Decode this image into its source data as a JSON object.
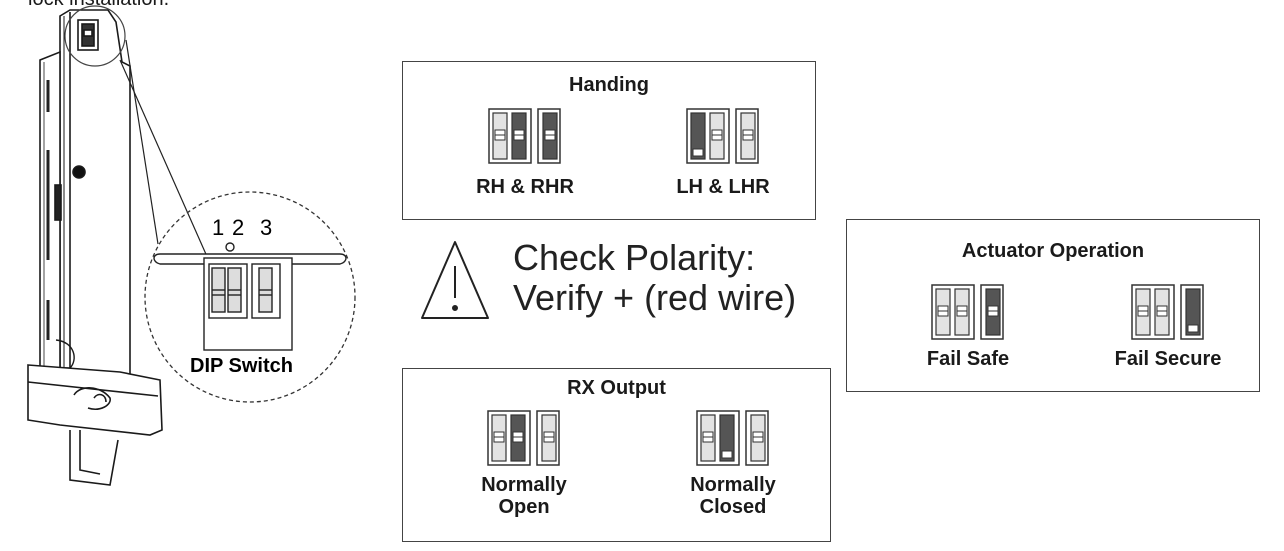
{
  "caption": "lock installation.",
  "dip_switch": {
    "numbers": [
      "1",
      "2",
      "3"
    ],
    "label": "DIP Switch"
  },
  "handing": {
    "title": "Handing",
    "options": [
      {
        "label": "RH & RHR",
        "pattern": [
          0,
          2,
          2
        ]
      },
      {
        "label": "LH & LHR",
        "pattern": [
          1,
          0,
          0
        ]
      }
    ]
  },
  "polarity": {
    "line1": "Check Polarity:",
    "line2": "Verify + (red wire)"
  },
  "rx_output": {
    "title": "RX Output",
    "options": [
      {
        "label_line1": "Normally",
        "label_line2": "Open",
        "pattern": [
          0,
          2,
          0
        ]
      },
      {
        "label_line1": "Normally",
        "label_line2": "Closed",
        "pattern": [
          0,
          1,
          0
        ]
      }
    ]
  },
  "actuator": {
    "title": "Actuator Operation",
    "options": [
      {
        "label": "Fail Safe",
        "pattern": [
          0,
          0,
          2
        ]
      },
      {
        "label": "Fail Secure",
        "pattern": [
          0,
          0,
          3
        ]
      }
    ]
  },
  "colors": {
    "dark_fill": "#555555",
    "light_fill": "#e3e3e3",
    "line": "#333333"
  }
}
